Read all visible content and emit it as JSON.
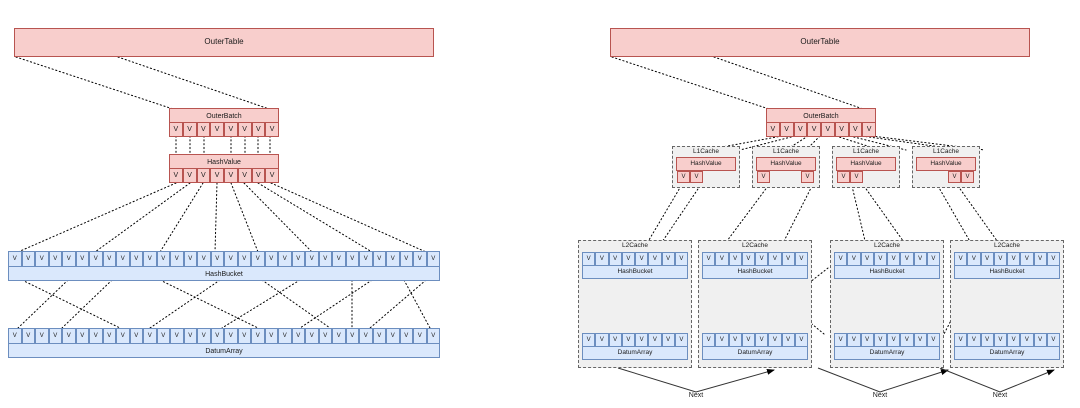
{
  "diagram": {
    "type": "architecture-diagram",
    "description": "Two side-by-side hash join memory layout diagrams: a non-cached layout (left) and a cache-partitioned layout (right)",
    "cell_glyph": "V",
    "colors": {
      "red_fill": "#f8cecc",
      "red_stroke": "#b85450",
      "blue_fill": "#dae8fc",
      "blue_stroke": "#6c8ebf",
      "grey_fill": "#f0f0f0",
      "grey_stroke": "#666666",
      "text": "#1b1b1b",
      "wire": "#000000"
    }
  },
  "left": {
    "outer_table": {
      "label": "OuterTable"
    },
    "outer_batch": {
      "label": "OuterBatch",
      "cells": 8
    },
    "hash_value": {
      "label": "HashValue",
      "cells": 8
    },
    "hash_bucket": {
      "label": "HashBucket",
      "cells": 32
    },
    "datum_array": {
      "label": "DatumArray",
      "cells": 32
    }
  },
  "right": {
    "outer_table": {
      "label": "OuterTable"
    },
    "outer_batch": {
      "label": "OuterBatch",
      "cells": 8
    },
    "l1_caches": [
      {
        "label": "L1Cache",
        "hash_value_label": "HashValue",
        "cells": 2,
        "layout": "left-pair"
      },
      {
        "label": "L1Cache",
        "hash_value_label": "HashValue",
        "cells": 2,
        "layout": "split-ends"
      },
      {
        "label": "L1Cache",
        "hash_value_label": "HashValue",
        "cells": 2,
        "layout": "left-pair"
      },
      {
        "label": "L1Cache",
        "hash_value_label": "HashValue",
        "cells": 2,
        "layout": "right-pair"
      }
    ],
    "l2_caches": [
      {
        "label": "L2Cache",
        "hash_bucket_label": "HashBucket",
        "hash_bucket_cells": 8,
        "datum_array_label": "DatumArray",
        "datum_array_cells": 8
      },
      {
        "label": "L2Cache",
        "hash_bucket_label": "HashBucket",
        "hash_bucket_cells": 8,
        "datum_array_label": "DatumArray",
        "datum_array_cells": 8
      },
      {
        "label": "L2Cache",
        "hash_bucket_label": "HashBucket",
        "hash_bucket_cells": 8,
        "datum_array_label": "DatumArray",
        "datum_array_cells": 8
      },
      {
        "label": "L2Cache",
        "hash_bucket_label": "HashBucket",
        "hash_bucket_cells": 8,
        "datum_array_label": "DatumArray",
        "datum_array_cells": 8
      }
    ],
    "next_links": [
      {
        "label": "Next"
      },
      {
        "label": "Next"
      },
      {
        "label": "Next"
      }
    ]
  }
}
